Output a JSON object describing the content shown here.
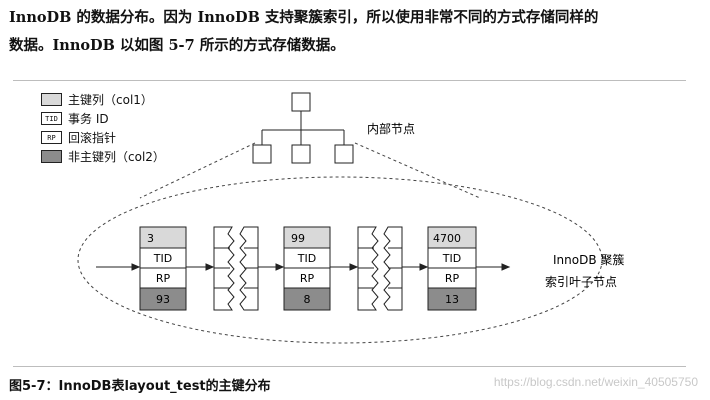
{
  "paragraph": {
    "line1": "InnoDB 的数据分布。因为 InnoDB 支持聚簇索引，所以使用非常不同的方式存储同样的",
    "line2": "数据。InnoDB 以如图 5-7 所示的方式存储数据。"
  },
  "legend": {
    "primary_key": "主键列（col1）",
    "tid_icon": "TID",
    "tid": "事务 ID",
    "rp_icon": "RP",
    "rp": "回滚指针",
    "non_primary": "非主键列（col2）"
  },
  "diagram": {
    "internal_nodes_label": "内部节点",
    "leaf_label_line1": "InnoDB 聚簇",
    "leaf_label_line2": "索引叶子节点",
    "pages": [
      {
        "key": "3",
        "tid": "TID",
        "rp": "RP",
        "col2": "93"
      },
      {
        "key": "99",
        "tid": "TID",
        "rp": "RP",
        "col2": "8"
      },
      {
        "key": "4700",
        "tid": "TID",
        "rp": "RP",
        "col2": "13"
      }
    ],
    "colors": {
      "light": "#d9d9d9",
      "dark": "#8c8c8c",
      "line": "#222222"
    }
  },
  "caption": "图5-7：InnoDB表layout_test的主键分布",
  "watermark": "https://blog.csdn.net/weixin_40505750"
}
